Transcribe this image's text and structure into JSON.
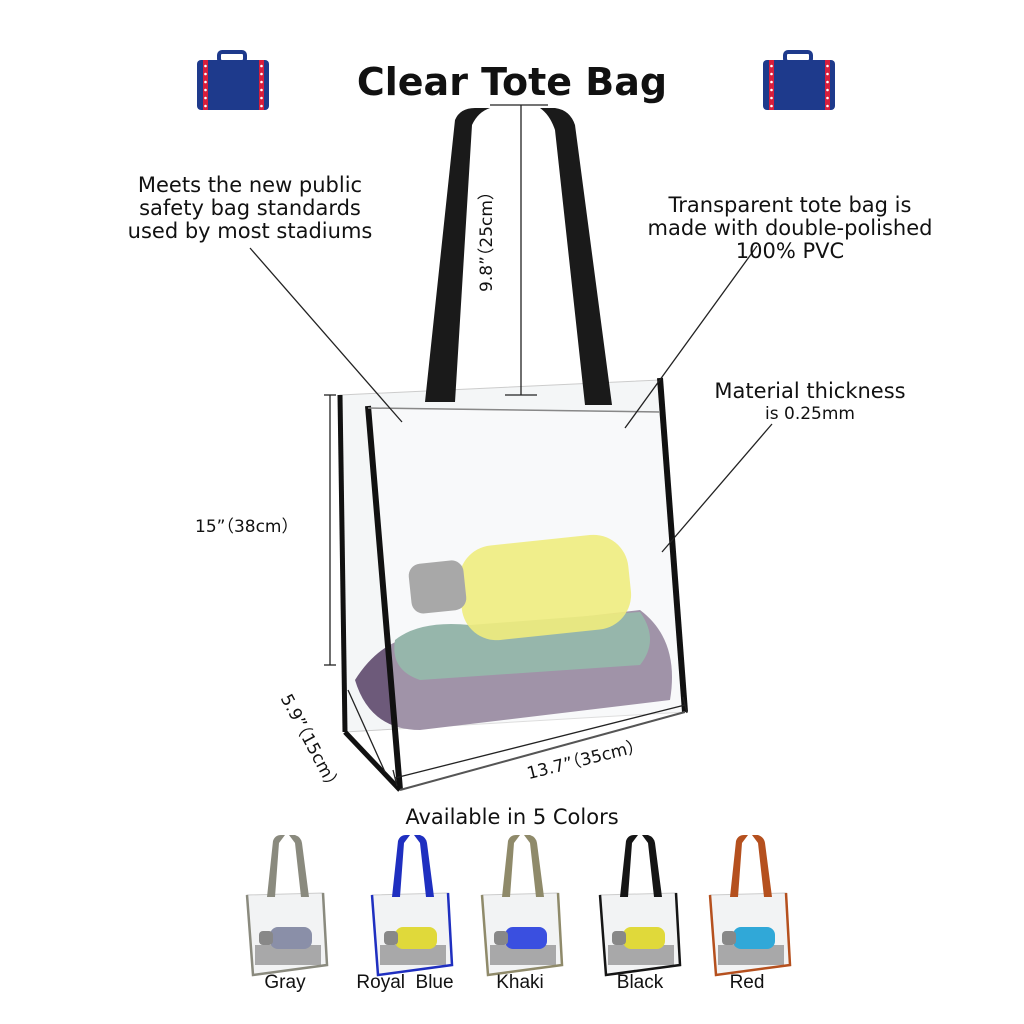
{
  "title": "Clear Tote Bag",
  "icons": {
    "left": "suitcase-icon",
    "right": "suitcase-icon",
    "color": "#1e3a8c",
    "stripe": "#d81e3c"
  },
  "callouts": {
    "standards": [
      "Meets the new public",
      "safety bag standards",
      "used by most stadiums"
    ],
    "material": [
      "Transparent tote bag is",
      "made with double-polished",
      "100% PVC"
    ],
    "thickness": [
      "Material thickness",
      "is 0.25mm"
    ]
  },
  "dimensions": {
    "handle": "9.8”（25cm）",
    "height": "15”（38cm）",
    "depth": "5.9”（15cm）",
    "width": "13.7”（35cm）"
  },
  "colors_heading": "Available in 5 Colors",
  "color_options": [
    {
      "label": "Gray",
      "trim": "#8a8a7e",
      "bottle": "#8a8fa8"
    },
    {
      "label": "Royal  Blue",
      "trim": "#1f2fc0",
      "bottle": "#e0d93a"
    },
    {
      "label": "Khaki",
      "trim": "#8f8a6a",
      "bottle": "#3a4fe0"
    },
    {
      "label": "Black",
      "trim": "#151515",
      "bottle": "#e0d93a"
    },
    {
      "label": "Red",
      "trim": "#b5501e",
      "bottle": "#30a8d8"
    }
  ]
}
